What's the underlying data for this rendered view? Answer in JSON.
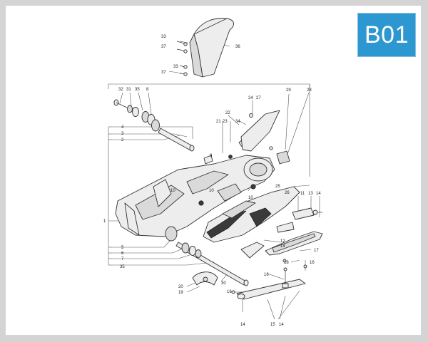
{
  "badge": {
    "text": "B01"
  },
  "colors": {
    "background": "#d4d4d4",
    "panel": "#ffffff",
    "badge": "#2c97d0"
  },
  "callouts": {
    "c33a": "33",
    "c37a": "37",
    "c36": "36",
    "c33b": "33",
    "c37b": "37",
    "c32": "32",
    "c31": "31",
    "c35a": "35",
    "c8": "8",
    "c4": "4",
    "c3": "3",
    "c2": "2",
    "c24": "24",
    "c27": "27",
    "c29": "29",
    "c28": "28",
    "c22": "22",
    "c21": "21",
    "c23": "23",
    "c34": "34",
    "c9": "9",
    "c10a": "10",
    "c10b": "10",
    "c10c": "10",
    "c25": "25",
    "c26": "26",
    "c11": "11",
    "c13": "13",
    "c14a": "14",
    "c1": "1",
    "c5": "5",
    "c6": "6",
    "c7": "7",
    "c35b": "35",
    "c12": "12",
    "c14b": "14",
    "c17": "17",
    "c18": "18",
    "c16a": "16",
    "c16b": "16",
    "c16c": "16",
    "c20": "20",
    "c19": "19",
    "c30": "30",
    "c14c": "14",
    "c15": "15",
    "c14d": "14"
  }
}
